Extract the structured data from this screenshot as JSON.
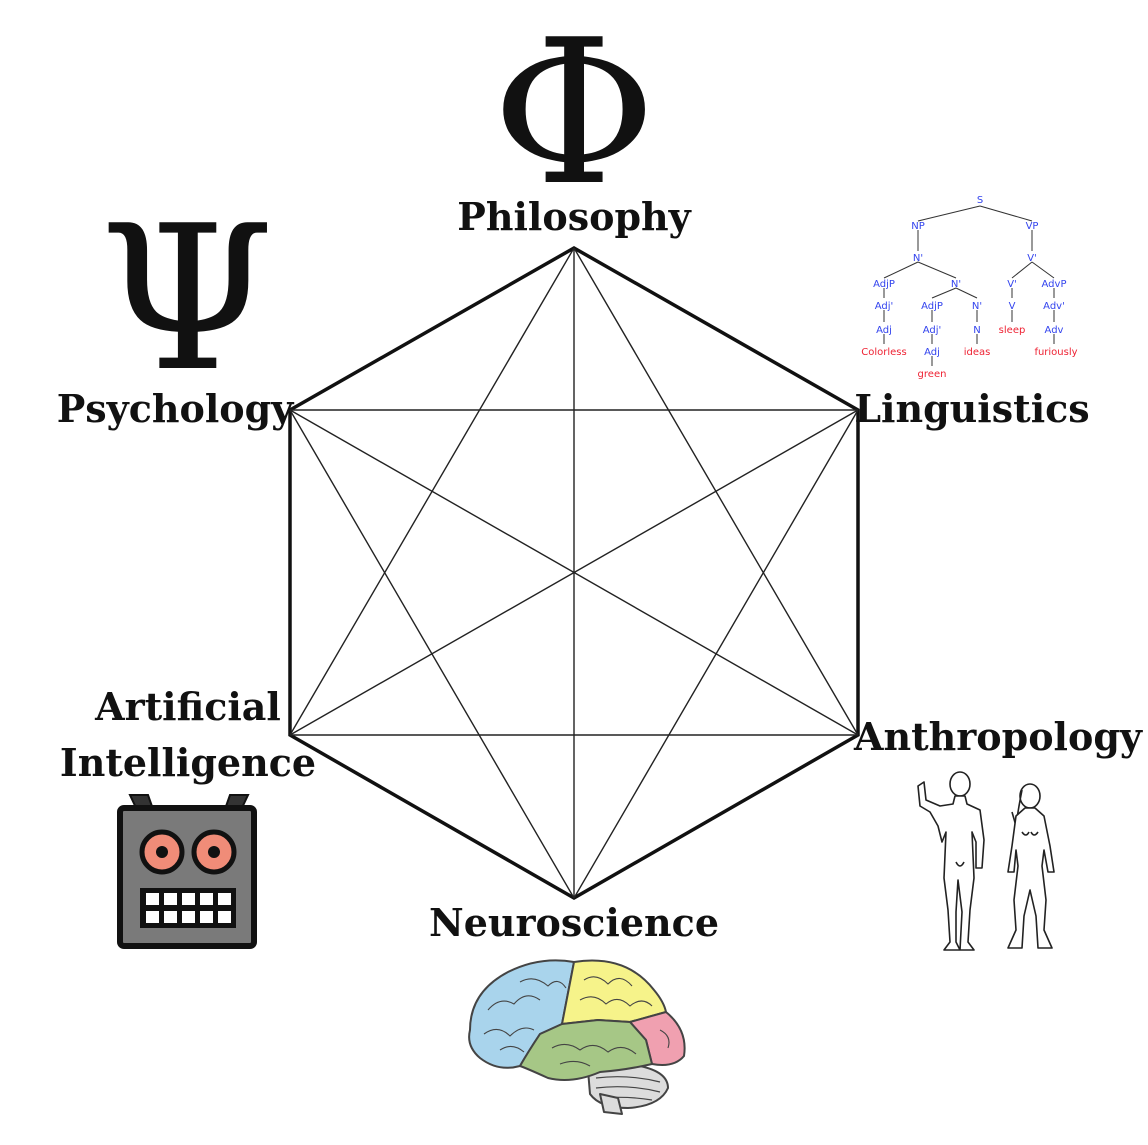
{
  "symbols": {
    "phi": "Φ",
    "psi": "Ψ"
  },
  "disciplines": {
    "philosophy": "Philosophy",
    "psychology": "Psychology",
    "linguistics": "Linguistics",
    "ai_line1": "Artificial",
    "ai_line2": "Intelligence",
    "anthropology": "Anthropology",
    "neuroscience": "Neuroscience"
  },
  "syntax_tree": {
    "S": "S",
    "NP": "NP",
    "VP": "VP",
    "Nbar1": "N'",
    "Vbar1": "V'",
    "AdjP1": "AdjP",
    "Nbar2": "N'",
    "Vbar2": "V'",
    "AdvP": "AdvP",
    "Adjbar1": "Adj'",
    "AdjP2": "AdjP",
    "Nbar3": "N'",
    "V": "V",
    "Advbar": "Adv'",
    "Adj1": "Adj",
    "Adjbar2": "Adj'",
    "N": "N",
    "Adv": "Adv",
    "Adj2": "Adj",
    "leaf_colorless": "Colorless",
    "leaf_ideas": "ideas",
    "leaf_sleep": "sleep",
    "leaf_furiously": "furiously",
    "leaf_green": "green"
  },
  "colors": {
    "tree_nodes": "#3344ee",
    "tree_leaves": "#ee2233",
    "robot_body": "#7a7a7a",
    "robot_eyes": "#f08c78",
    "brain_frontal": "#a9d4ec",
    "brain_parietal": "#f6f38a",
    "brain_temporal": "#a6c786",
    "brain_occipital": "#f0a0b0",
    "brain_cerebellum": "#dcdcdc"
  }
}
